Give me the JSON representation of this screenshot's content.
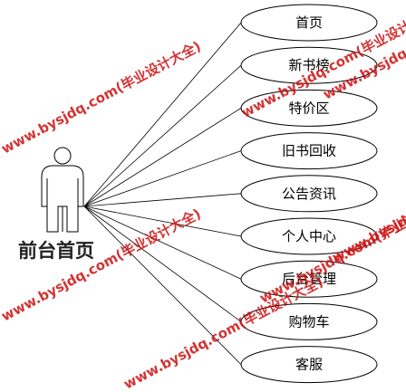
{
  "actor": {
    "name": "前台首页"
  },
  "use_cases": [
    {
      "label": "首页"
    },
    {
      "label": "新书榜"
    },
    {
      "label": "特价区"
    },
    {
      "label": "旧书回收"
    },
    {
      "label": "公告资讯"
    },
    {
      "label": "个人中心"
    },
    {
      "label": "后台管理"
    },
    {
      "label": "购物车"
    },
    {
      "label": "客服"
    }
  ],
  "watermark": {
    "text": "www.bysjdq.com(毕业设计大全)"
  },
  "colors": {
    "stroke": "#000000",
    "watermark": "#cc1111"
  }
}
